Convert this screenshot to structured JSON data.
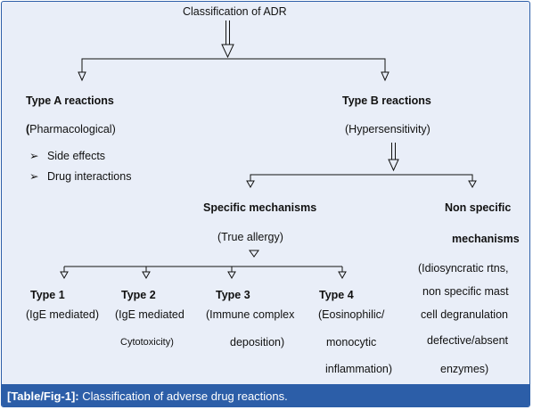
{
  "root": "Classification of ADR",
  "type_a": {
    "title": "Type A reactions",
    "subtitle_prefix": "(",
    "subtitle_rest": "Pharmacological)",
    "bullet_glyph": "➢",
    "bullets": [
      "Side effects",
      "Drug interactions"
    ]
  },
  "type_b": {
    "title": "Type B reactions",
    "subtitle": "(Hypersensitivity)"
  },
  "specific": {
    "title": "Specific mechanisms",
    "subtitle": "(True allergy)"
  },
  "nonspecific": {
    "title_line1": "Non specific",
    "title_line2": "mechanisms",
    "desc": [
      "(Idiosyncratic rtns,",
      "non specific mast",
      "cell degranulation",
      "defective/absent",
      "enzymes)"
    ]
  },
  "types": [
    {
      "title": "Type 1",
      "lines": [
        "(IgE mediated)"
      ]
    },
    {
      "title": "Type 2",
      "lines": [
        "(IgE mediated",
        "Cytotoxicity)"
      ]
    },
    {
      "title": "Type 3",
      "lines": [
        "(Immune complex",
        "deposition)"
      ]
    },
    {
      "title": "Type 4",
      "lines": [
        "(Eosinophilic/",
        "monocytic",
        "inflammation)"
      ]
    }
  ],
  "caption": {
    "label": "[Table/Fig-1]:",
    "text": " Classification of adverse drug reactions."
  },
  "colors": {
    "frame": "#2c5ea8",
    "background": "#e9eef8",
    "caption_text": "#ffffff"
  }
}
